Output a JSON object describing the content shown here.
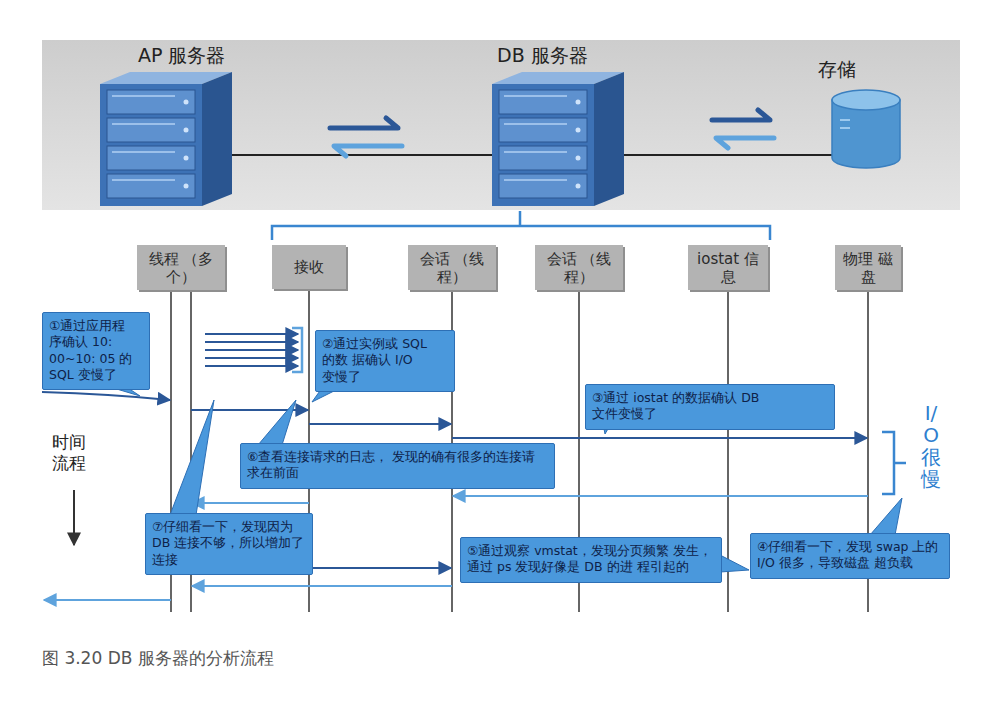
{
  "diagram": {
    "caption": "图 3.20 DB 服务器的分析流程",
    "nodes": [
      {
        "text": [
          "线程 （多个）"
        ]
      },
      {
        "text": [
          "接收"
        ]
      },
      {
        "text": [
          "会话 （线程）"
        ]
      },
      {
        "text": [
          "会话 （线程）"
        ]
      },
      {
        "text": [
          "iostat 信息"
        ]
      },
      {
        "text": [
          "物理 磁盘"
        ]
      },
      {
        "text": [
          "①通过应用程 序确认 10: 00~10: 05 的 SQL 变慢了"
        ]
      },
      {
        "text": [
          "②通过实例或 SQL 的数 据确认 I/O 变慢了"
        ]
      },
      {
        "text": [
          "③通过 iostat 的数据确认 DB 文件变慢了"
        ]
      },
      {
        "text": [
          "⑥查看连接请求的日志， 发现的确有很多的连接请 求在前面"
        ]
      },
      {
        "text": [
          "⑦仔细看一下，发现因为 DB 连接不够，所以增加了 连接"
        ]
      },
      {
        "text": [
          "⑤通过观察 vmstat，发现分页频繁 发生，通过 ps 发现好像是 DB 的进 程引起的"
        ]
      },
      {
        "text": [
          "④仔细看一下，发现 swap 上的 I/O 很多，导致磁盘 超负载"
        ]
      }
    ],
    "labels": [
      "AP 服务器",
      "DB 服务器",
      "存储",
      "时间 流程",
      "I/O很慢"
    ]
  }
}
